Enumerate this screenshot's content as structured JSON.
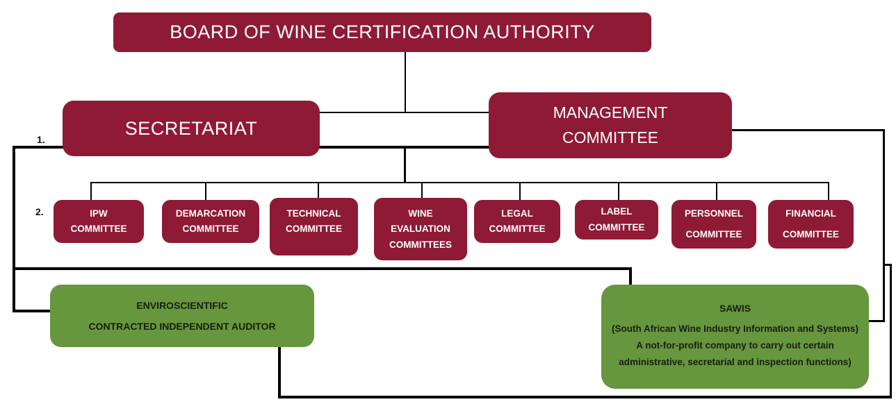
{
  "chart_title": "Wine Certification Authority Organogram",
  "colors": {
    "node_maroon": "#8E1A36",
    "node_green": "#66963E",
    "connector": "#000000",
    "text_on_maroon": "#FFFFFF",
    "text_on_green": "#16200D"
  },
  "nodes": {
    "board": {
      "label": "BOARD OF WINE CERTIFICATION AUTHORITY"
    },
    "secretariat": {
      "label": "SECRETARIAT"
    },
    "management": {
      "label": "MANAGEMENT\nCOMMITTEE"
    },
    "enviroscientific": {
      "line1": "ENVIROSCIENTIFIC",
      "line2": "CONTRACTED INDEPENDENT AUDITOR"
    },
    "sawis": {
      "title": "SAWIS",
      "description": "(South African Wine Industry Information and Systems) A not-for-profit company to carry out certain administrative, secretarial and inspection functions)"
    }
  },
  "committees": [
    {
      "label": "IPW\nCOMMITTEE"
    },
    {
      "label": "DEMARCATION\nCOMMITTEE"
    },
    {
      "label": "TECHNICAL\nCOMMITTEE"
    },
    {
      "label": "WINE\nEVALUATION\nCOMMITTEES"
    },
    {
      "label": "LEGAL\nCOMMITTEE"
    },
    {
      "label": "LABEL\nCOMMITTEE"
    },
    {
      "label": "PERSONNEL\nCOMMITTEE"
    },
    {
      "label": "FINANCIAL\nCOMMITTEE"
    }
  ],
  "annotations": {
    "marker1": "1.",
    "marker2": "2."
  }
}
